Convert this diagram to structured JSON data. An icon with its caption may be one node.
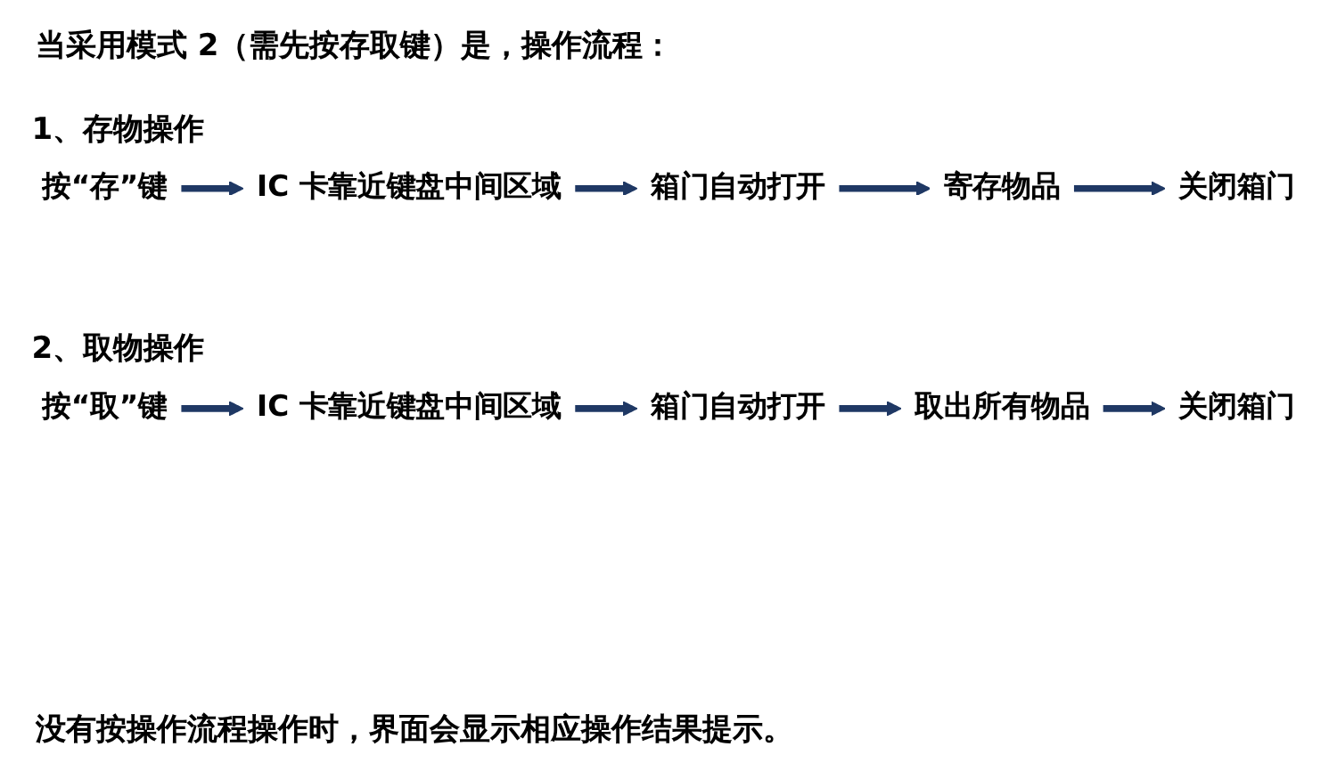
{
  "diagram": {
    "title": "当采用模式 2（需先按存取键）是，操作流程：",
    "nodes": [
      {
        "text": [
          "按“存”键"
        ]
      },
      {
        "text": [
          "IC 卡靠近键盘中间区域"
        ]
      },
      {
        "text": [
          "箱门自动打开"
        ]
      },
      {
        "text": [
          "寄存物品"
        ]
      },
      {
        "text": [
          "关闭箱门"
        ]
      },
      {
        "text": [
          "按“取”键"
        ]
      },
      {
        "text": [
          "IC 卡靠近键盘中间区域"
        ]
      },
      {
        "text": [
          "箱门自动打开"
        ]
      },
      {
        "text": [
          "取出所有物品"
        ]
      },
      {
        "text": [
          "关闭箱门"
        ]
      }
    ],
    "edges": [
      {
        "from": 0,
        "to": 1,
        "arrow": "to"
      },
      {
        "from": 1,
        "to": 2,
        "arrow": "to"
      },
      {
        "from": 2,
        "to": 3,
        "arrow": "to"
      },
      {
        "from": 3,
        "to": 4,
        "arrow": "to"
      },
      {
        "from": 5,
        "to": 6,
        "arrow": "to"
      },
      {
        "from": 6,
        "to": 7,
        "arrow": "to"
      },
      {
        "from": 7,
        "to": 8,
        "arrow": "to"
      },
      {
        "from": 8,
        "to": 9,
        "arrow": "to"
      }
    ],
    "labels": [
      "1、存物操作",
      "2、取物操作"
    ],
    "caption": "没有按操作流程操作时，界面会显示相应操作结果提示。"
  }
}
